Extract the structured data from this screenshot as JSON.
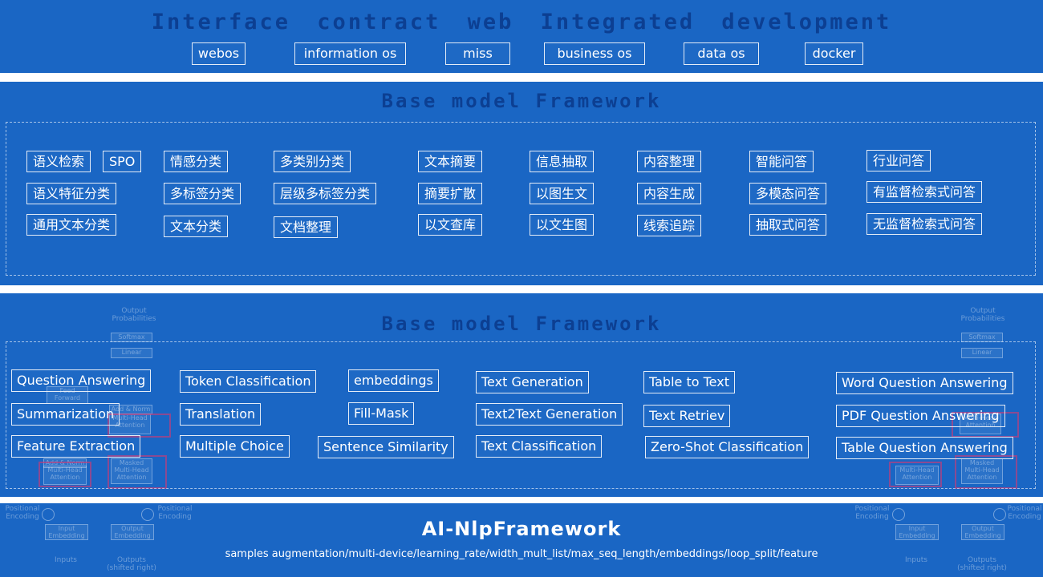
{
  "interface_panel": {
    "title": "Interface contract   web   Integrated development",
    "items": [
      "webos",
      "information os",
      "miss",
      "business os",
      "data os",
      "docker"
    ]
  },
  "chinese_panel": {
    "title": "Base model Framework",
    "row1": [
      "语义检索",
      "SPO",
      "情感分类",
      "多类别分类",
      "文本摘要",
      "信息抽取",
      "内容整理",
      "智能问答",
      "行业问答"
    ],
    "row2": [
      "语义特征分类",
      "多标签分类",
      "层级多标签分类",
      "摘要扩散",
      "以图生文",
      "内容生成",
      "多模态问答",
      "有监督检索式问答"
    ],
    "row3": [
      "通用文本分类",
      "文本分类",
      "文档整理",
      "以文查库",
      "以文生图",
      "线索追踪",
      "抽取式问答",
      "无监督检索式问答"
    ]
  },
  "english_panel": {
    "title": "Base model Framework",
    "row1": [
      "Question Answering",
      "Token Classification",
      "embeddings",
      "Text Generation",
      "Table to Text",
      "Word Question Answering"
    ],
    "row2": [
      "Summarization",
      "Translation",
      "Fill-Mask",
      "Text2Text Generation",
      "Text Retriev",
      "PDF Question Answering"
    ],
    "row3": [
      "Feature Extraction",
      "Multiple Choice",
      "Sentence Similarity",
      "Text Classification",
      "Zero-Shot Classification",
      "Table Question Answering"
    ]
  },
  "transformer_diagram": {
    "output_probabilities": "Output Probabilities",
    "softmax": "Softmax",
    "linear": "Linear",
    "add_norm": "Add & Norm",
    "feed_forward": "Feed Forward",
    "multi_head_attention": "Multi-Head Attention",
    "masked_multi_head_attention": "Masked Multi-Head Attention",
    "positional_encoding": "Positional Encoding",
    "input_embedding": "Input Embedding",
    "output_embedding": "Output Embedding",
    "inputs": "Inputs",
    "outputs": "Outputs (shifted right)"
  },
  "footer": {
    "title": "AI-NlpFramework",
    "subtitle": "samples augmentation/multi-device/learning_rate/width_mult_list/max_seq_length/embeddings/loop_split/feature"
  }
}
